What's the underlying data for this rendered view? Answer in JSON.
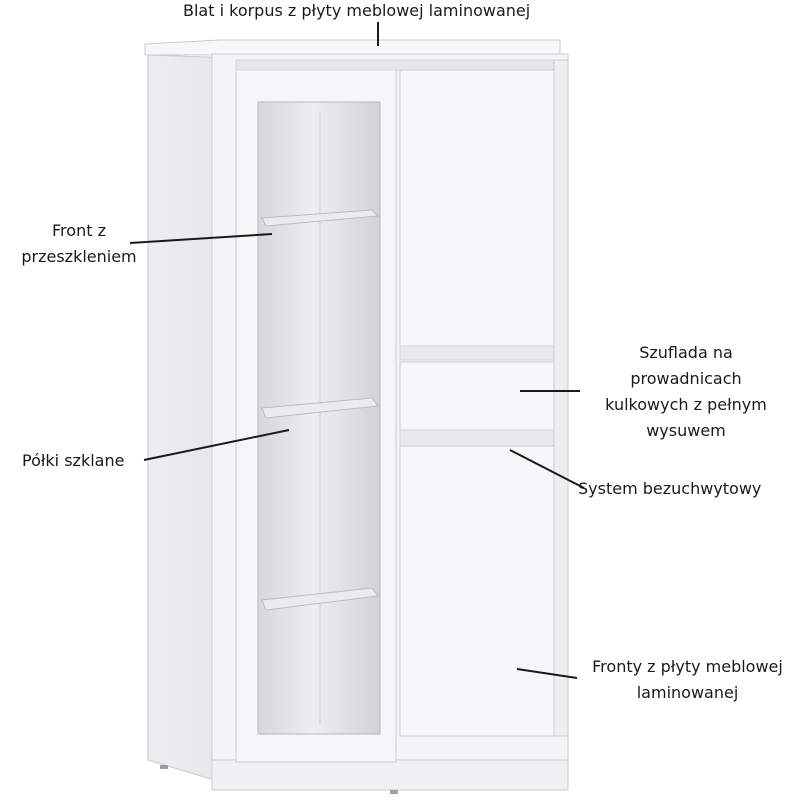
{
  "labels": {
    "top": "Blat i korpus z płyty meblowej laminowanej",
    "glass_front": [
      "Front z",
      "przeszkleniem"
    ],
    "shelves": "Półki szklane",
    "drawer": [
      "Szuflada na",
      "prowadnicach",
      "kulkowych z pełnym",
      "wysuwem"
    ],
    "handleless": "System bezuchwytowy",
    "fronts": [
      "Fronty z płyty meblowej",
      "laminowanej"
    ]
  },
  "colors": {
    "cabinet": "#f3f4f6",
    "cabinet_shade": "#e2e4e8",
    "outline": "#c9ccd1",
    "glass": "#dfe2e6",
    "leader": "#1a1a1a"
  }
}
